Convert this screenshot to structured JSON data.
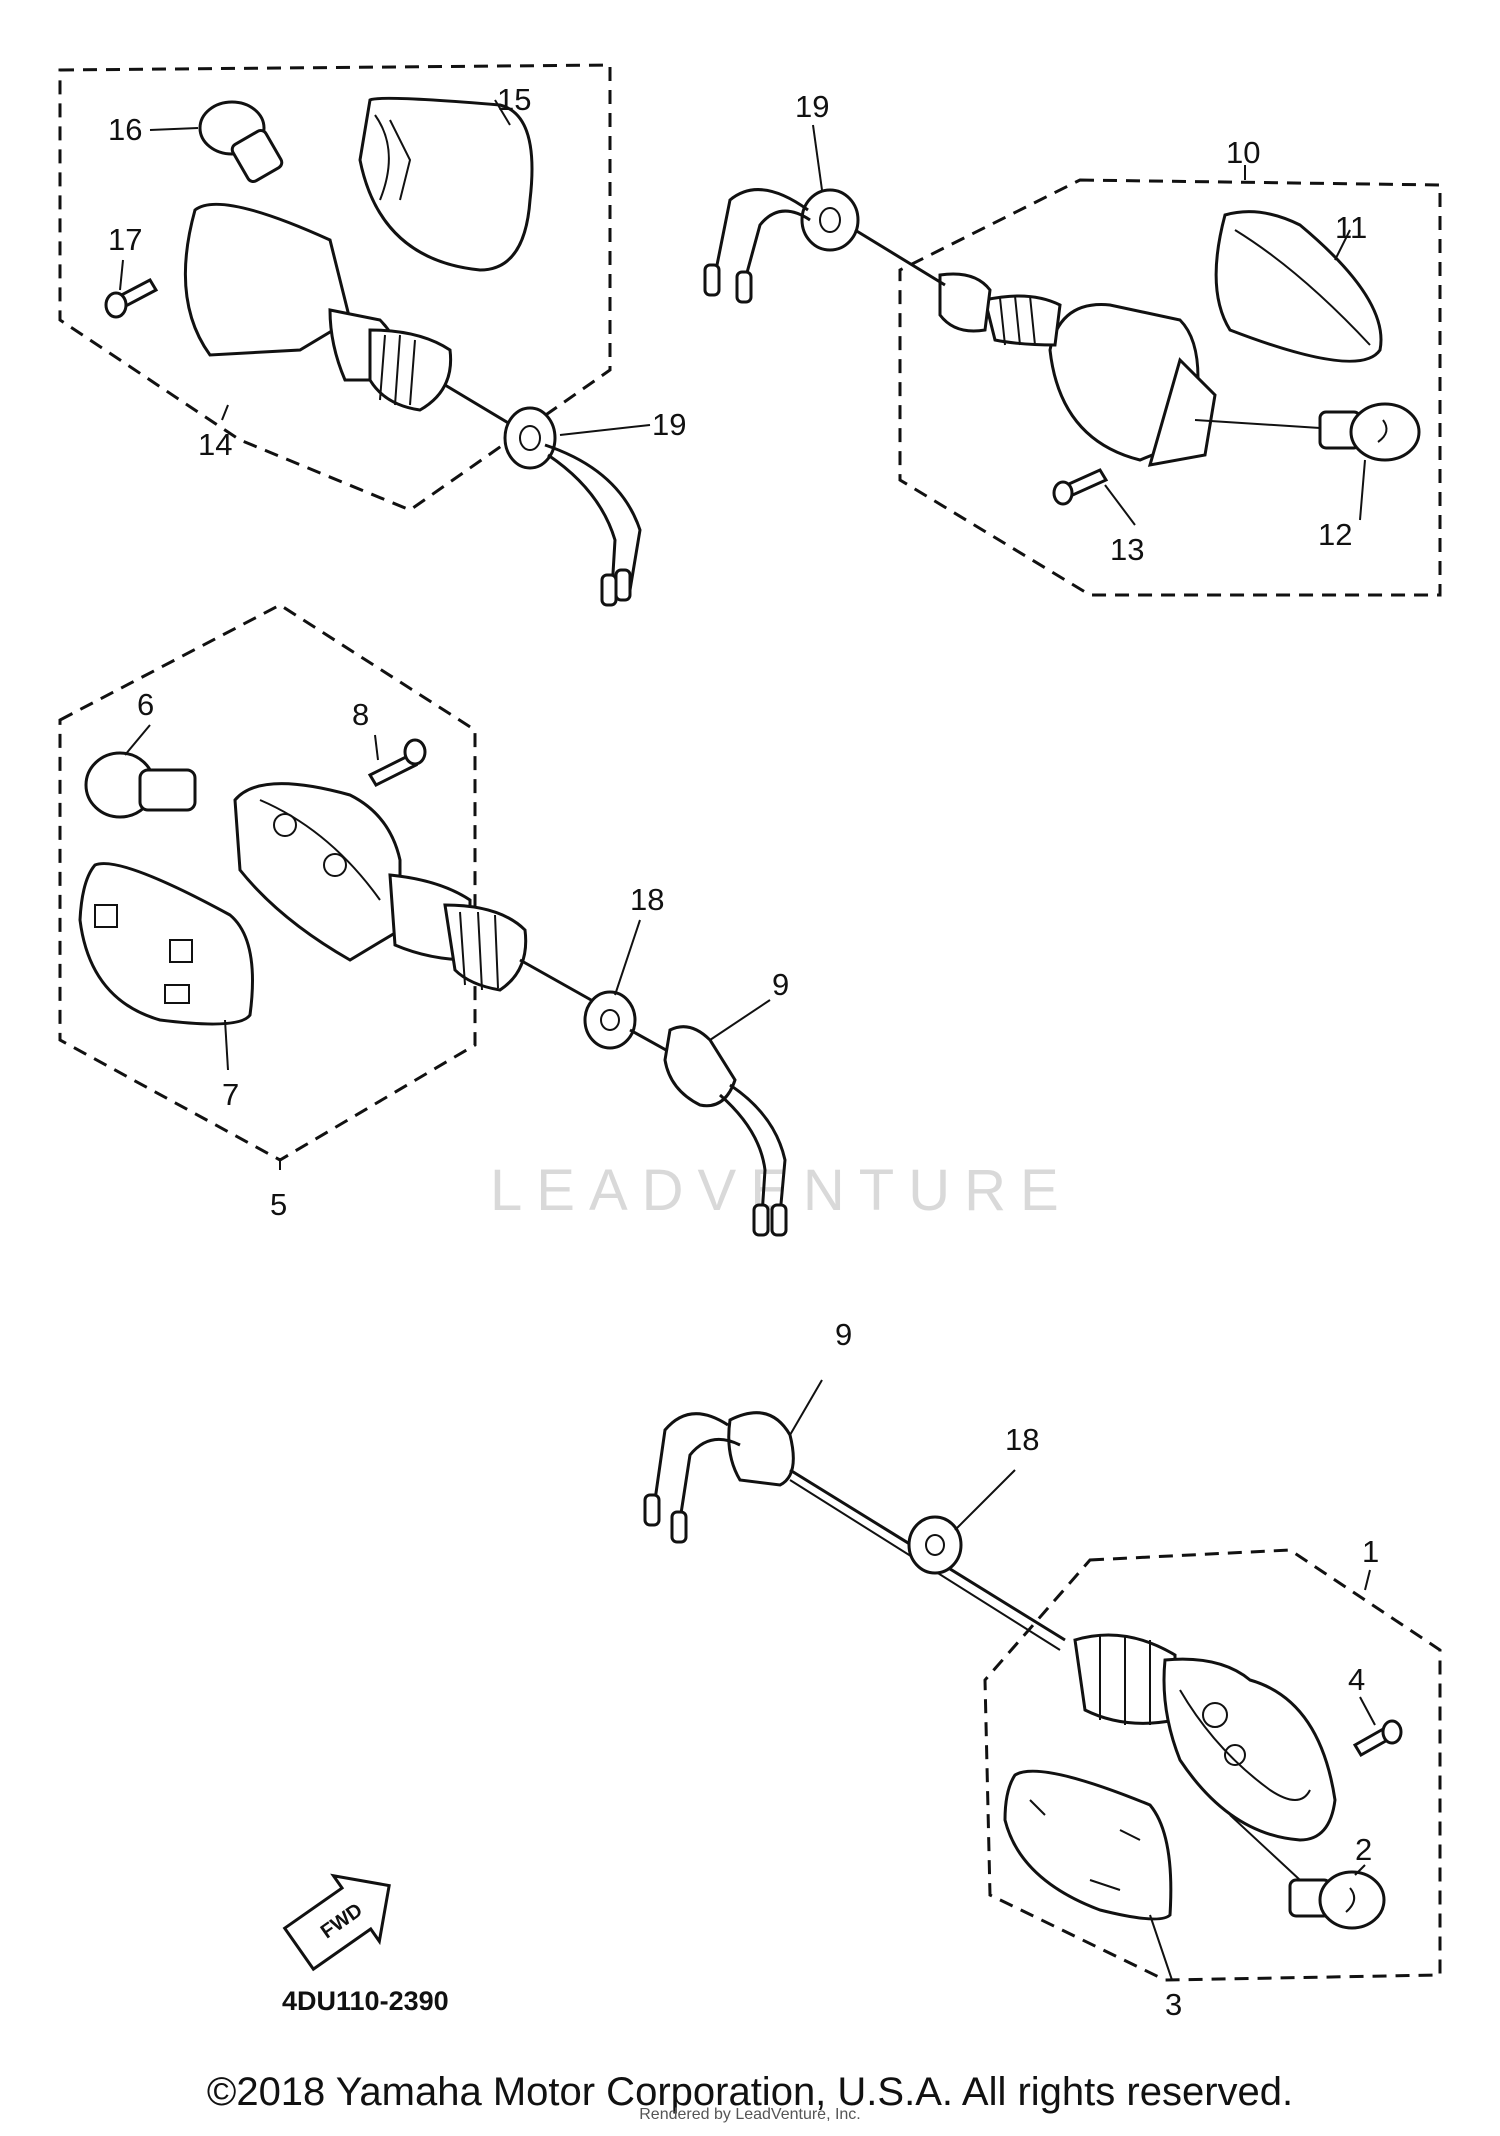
{
  "callouts": {
    "c16": "16",
    "c15": "15",
    "c17": "17",
    "c14": "14",
    "c19a": "19",
    "c19b": "19",
    "c10": "10",
    "c11": "11",
    "c12": "12",
    "c13": "13",
    "c6": "6",
    "c8": "8",
    "c18a": "18",
    "c9a": "9",
    "c7": "7",
    "c5": "5",
    "c9b": "9",
    "c18b": "18",
    "c1": "1",
    "c4": "4",
    "c2": "2",
    "c3": "3"
  },
  "diagram_code": "4DU110-2390",
  "fwd_label": "FWD",
  "watermark": "LEADVENTURE",
  "footer": {
    "copyright": "©2018 Yamaha Motor Corporation, U.S.A. All rights reserved.",
    "rendered_by": "Rendered by LeadVenture, Inc."
  },
  "colors": {
    "ink": "#111111",
    "watermark": "#d9d9d9",
    "background": "#ffffff"
  }
}
